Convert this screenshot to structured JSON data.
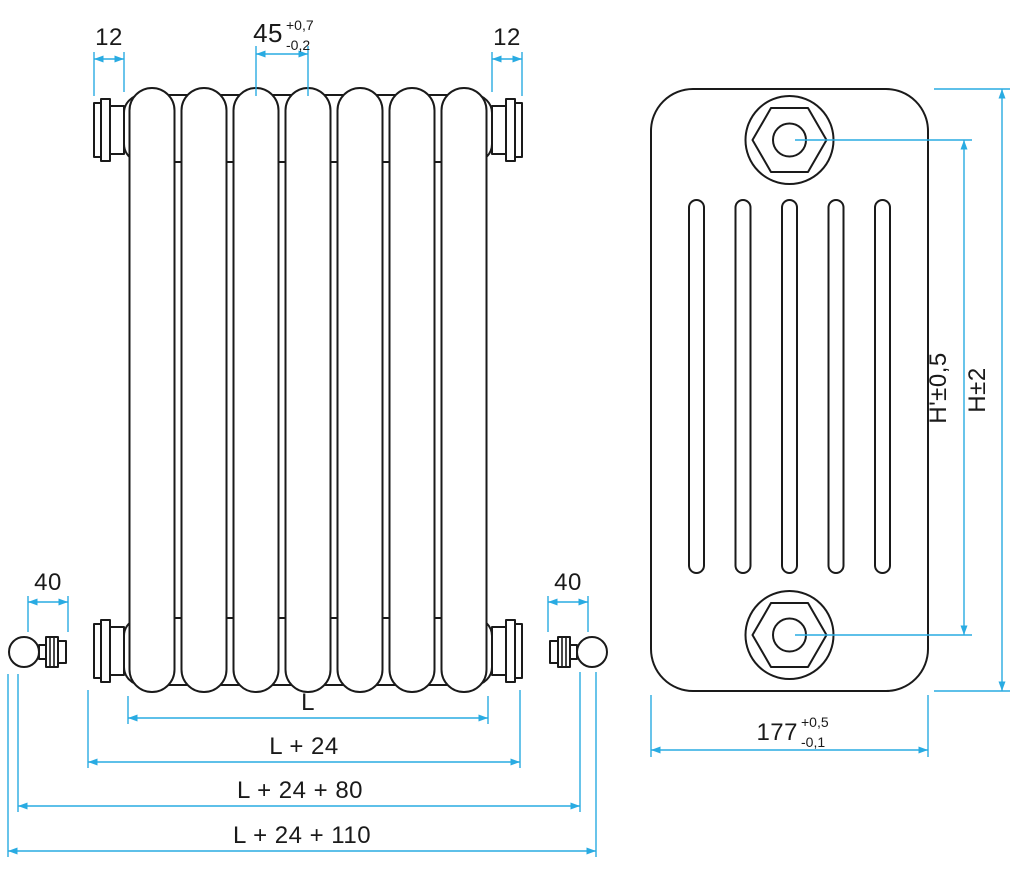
{
  "colors": {
    "outline": "#1a1a1a",
    "dimension": "#29abe2",
    "background": "#ffffff"
  },
  "front_view": {
    "tube_count": 7,
    "dims": {
      "plug_offset_left": "12",
      "plug_offset_right": "12",
      "tube_pitch": {
        "value": "45",
        "tol_plus": "+0,7",
        "tol_minus": "-0,2"
      },
      "valve_offset_left": "40",
      "valve_offset_right": "40",
      "length": "L",
      "length_plugs": "L + 24",
      "length_valves": "L + 24 + 80",
      "length_overall": "L + 24 + 110"
    }
  },
  "side_view": {
    "column_count": 5,
    "dims": {
      "depth": {
        "value": "177",
        "tol_plus": "+0,5",
        "tol_minus": "-0,1"
      },
      "centres_height": "H'±0,5",
      "overall_height": "H±2"
    }
  }
}
